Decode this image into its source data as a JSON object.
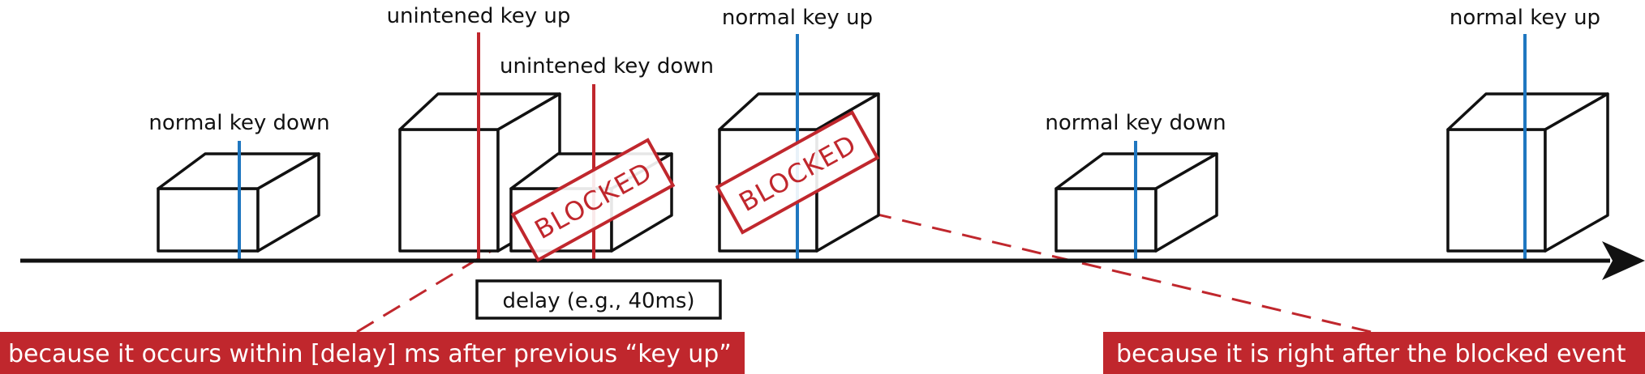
{
  "labels": {
    "normal_key_down": "normal key down",
    "unintended_key_up": "unintened key up",
    "unintended_key_down": "unintened key down",
    "normal_key_up": "normal key up"
  },
  "delay_label": "delay (e.g., 40ms)",
  "blocked_label": "BLOCKED",
  "notes": {
    "left": "because it occurs within [delay] ms after previous “key up”",
    "right": "because it is right after the blocked event"
  },
  "colors": {
    "normal": "#1f77c0",
    "unintended": "#c0272d",
    "note_bg": "#c0272d",
    "box_stroke": "#111111",
    "axis": "#111111"
  },
  "icons": {
    "axis_end": "arrow-right-icon"
  }
}
